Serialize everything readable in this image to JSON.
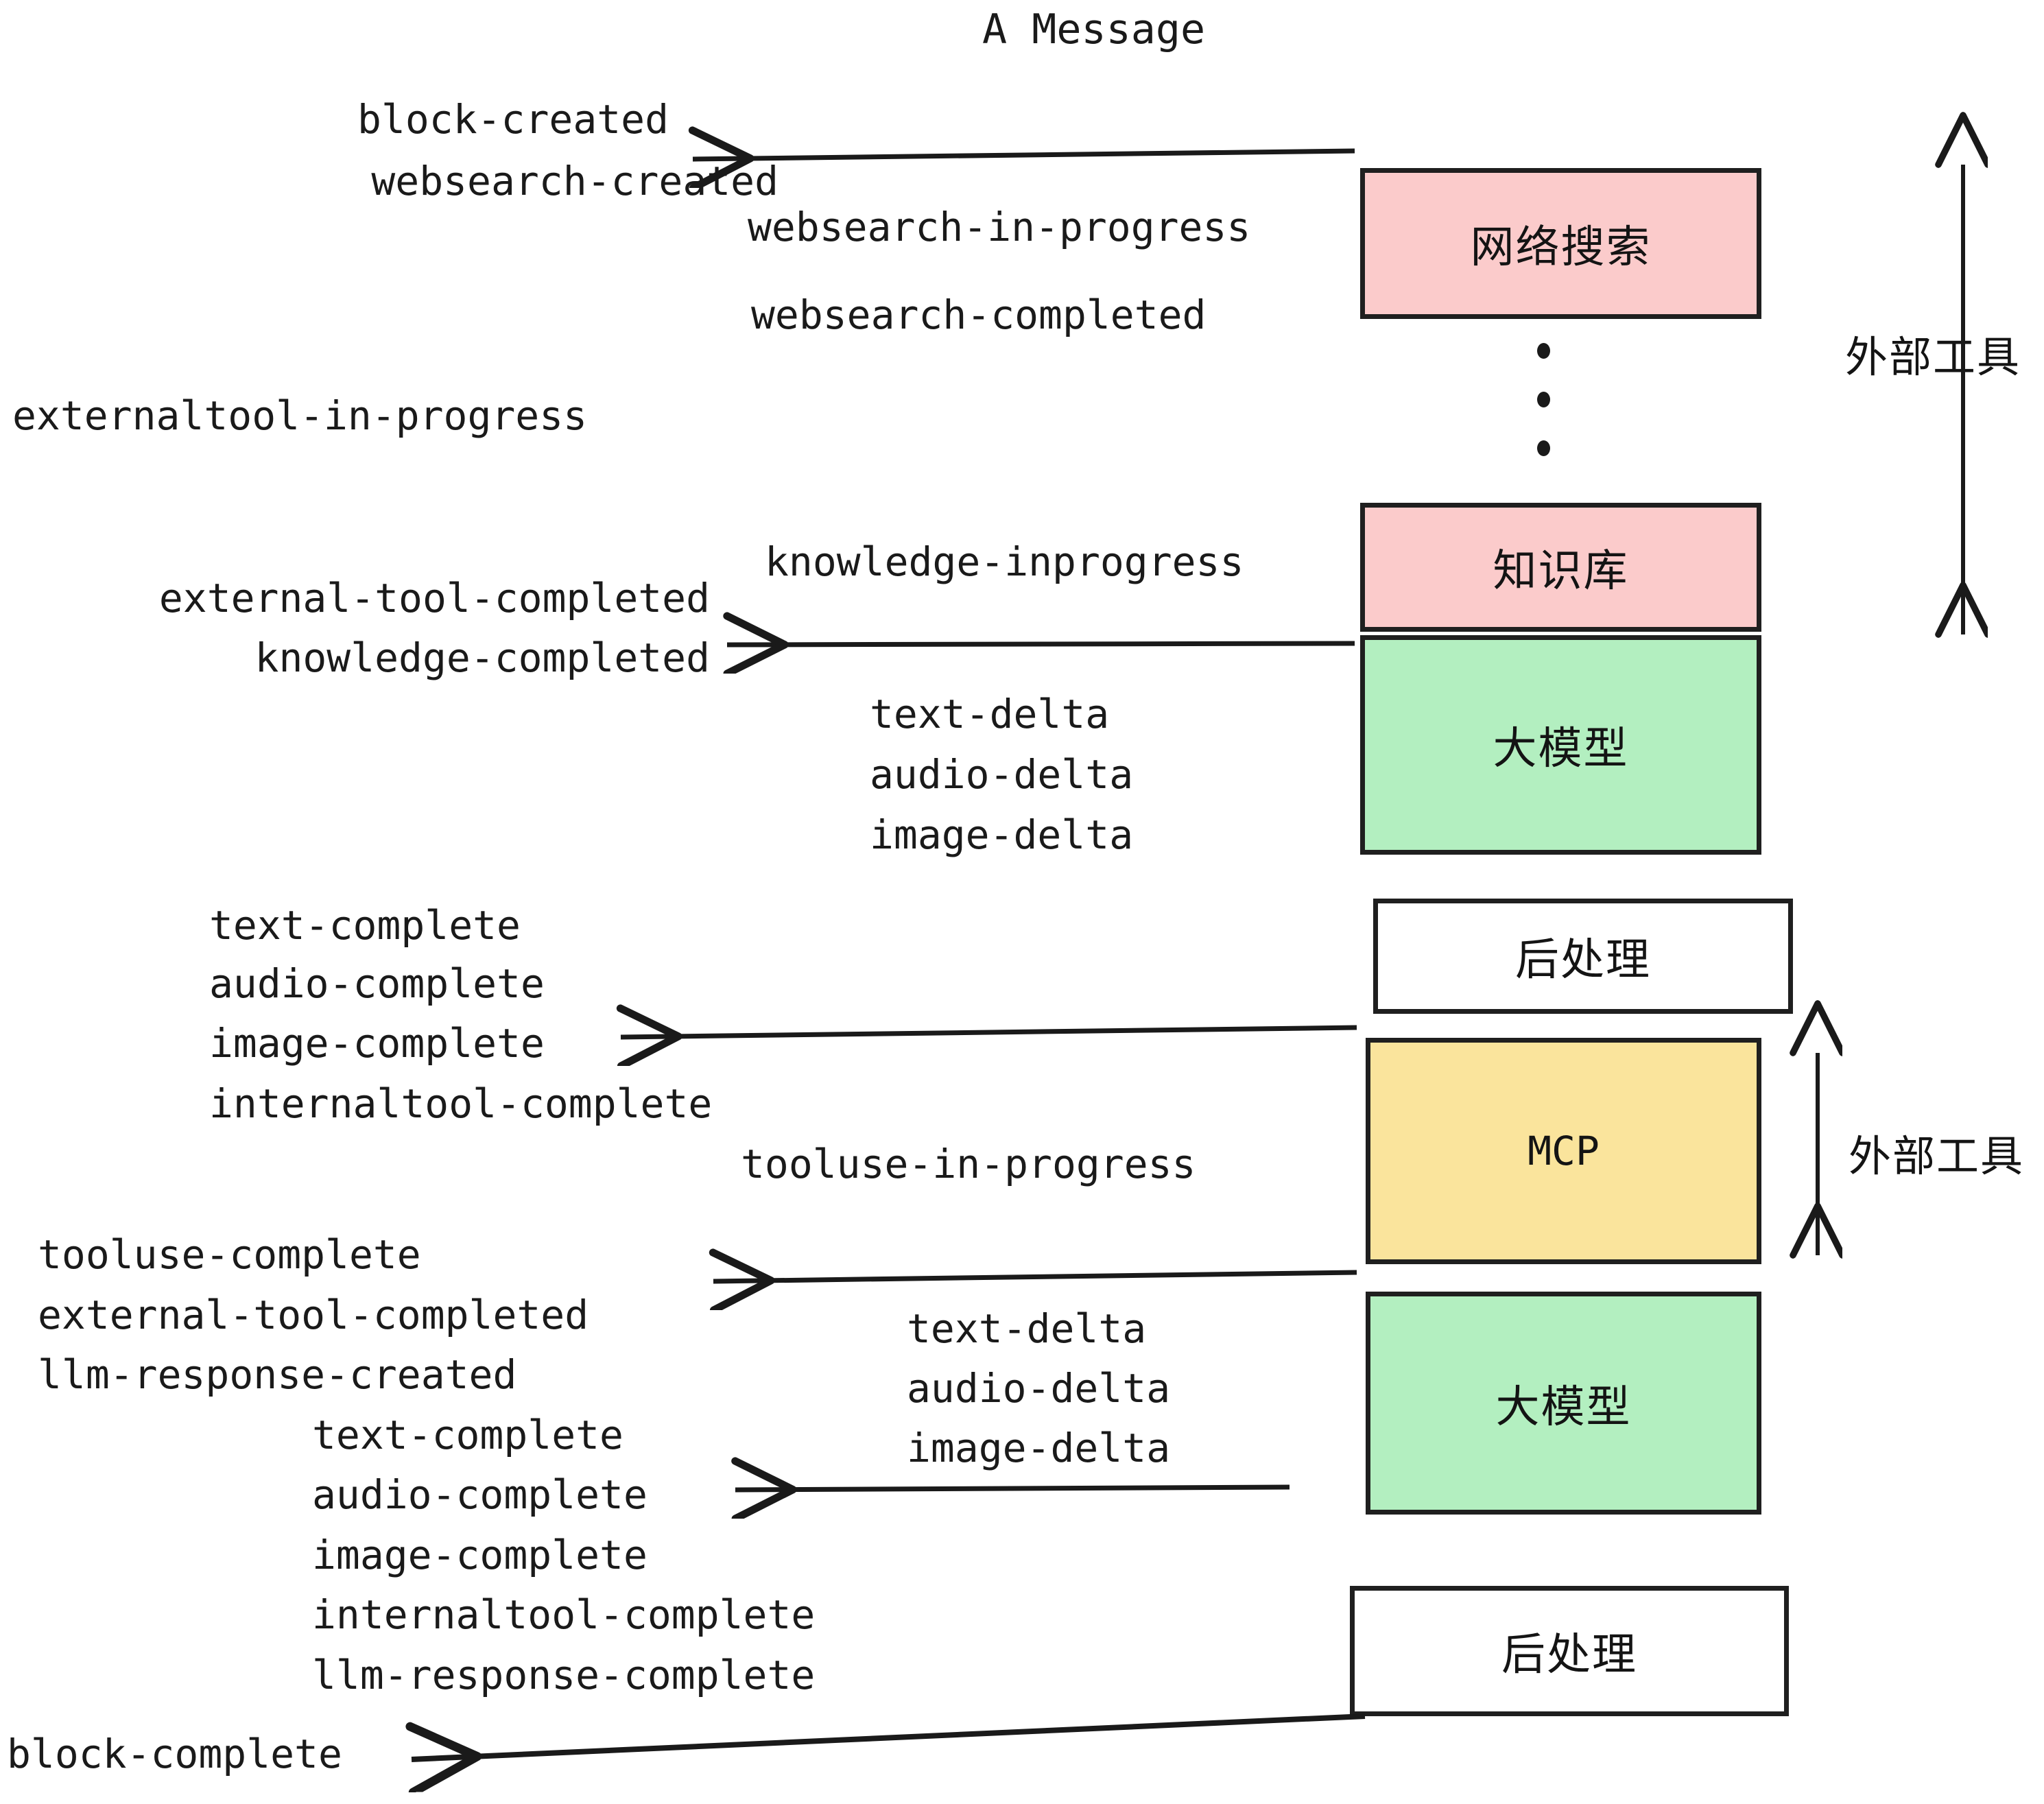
{
  "title": "A Message",
  "colors": {
    "pink": "#FBCBCB",
    "green": "#B3EFC0",
    "yellow": "#FAE49C",
    "white": "#FFFFFF",
    "stroke": "#1F1F1F",
    "text": "#1A1A1A",
    "background": "#FFFFFF"
  },
  "nodes": [
    {
      "id": "websearch",
      "label": "网络搜索",
      "fill": "pink"
    },
    {
      "id": "knowledge",
      "label": "知识库",
      "fill": "pink"
    },
    {
      "id": "llm1",
      "label": "大模型",
      "fill": "green"
    },
    {
      "id": "postprocess1",
      "label": "后处理",
      "fill": "white"
    },
    {
      "id": "mcp",
      "label": "MCP",
      "fill": "yellow"
    },
    {
      "id": "llm2",
      "label": "大模型",
      "fill": "green"
    },
    {
      "id": "postprocess2",
      "label": "后处理",
      "fill": "white"
    }
  ],
  "group_labels": [
    {
      "id": "external-tools-top",
      "label": "外部工具"
    },
    {
      "id": "external-tools-bottom",
      "label": "外部工具"
    }
  ],
  "events": [
    {
      "id": "block-created",
      "text": "block-created"
    },
    {
      "id": "websearch-created",
      "text": "websearch-created"
    },
    {
      "id": "websearch-in-progress",
      "text": "websearch-in-progress"
    },
    {
      "id": "websearch-completed",
      "text": "websearch-completed"
    },
    {
      "id": "externaltool-in-progress",
      "text": "externaltool-in-progress"
    },
    {
      "id": "knowledge-inprogress",
      "text": "knowledge-inprogress"
    },
    {
      "id": "external-tool-completed-1",
      "text": "external-tool-completed"
    },
    {
      "id": "knowledge-completed",
      "text": "knowledge-completed"
    },
    {
      "id": "text-delta-1",
      "text": "text-delta"
    },
    {
      "id": "audio-delta-1",
      "text": "audio-delta"
    },
    {
      "id": "image-delta-1",
      "text": "image-delta"
    },
    {
      "id": "text-complete-1",
      "text": "text-complete"
    },
    {
      "id": "audio-complete-1",
      "text": "audio-complete"
    },
    {
      "id": "image-complete-1",
      "text": "image-complete"
    },
    {
      "id": "internaltool-complete-1",
      "text": "internaltool-complete"
    },
    {
      "id": "tooluse-in-progress",
      "text": "tooluse-in-progress"
    },
    {
      "id": "tooluse-complete",
      "text": "tooluse-complete"
    },
    {
      "id": "external-tool-completed-2",
      "text": "external-tool-completed"
    },
    {
      "id": "llm-response-created",
      "text": "llm-response-created"
    },
    {
      "id": "text-complete-2",
      "text": "text-complete"
    },
    {
      "id": "text-delta-2",
      "text": "text-delta"
    },
    {
      "id": "audio-delta-2",
      "text": "audio-delta"
    },
    {
      "id": "image-delta-2",
      "text": "image-delta"
    },
    {
      "id": "audio-complete-2",
      "text": "audio-complete"
    },
    {
      "id": "image-complete-2",
      "text": "image-complete"
    },
    {
      "id": "internaltool-complete-2",
      "text": "internaltool-complete"
    },
    {
      "id": "llm-response-complete",
      "text": "llm-response-complete"
    },
    {
      "id": "block-complete",
      "text": "block-complete"
    }
  ]
}
